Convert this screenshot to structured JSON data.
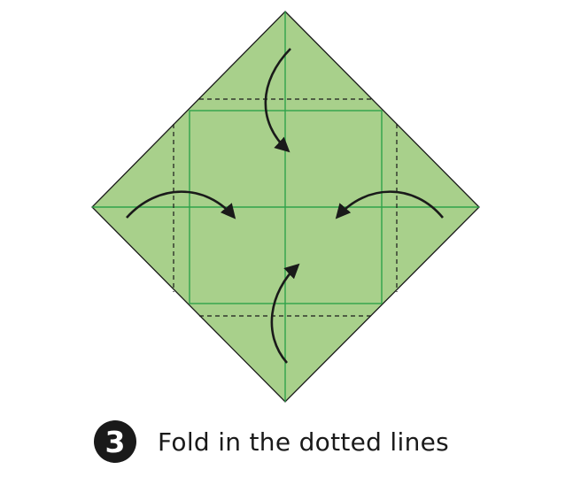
{
  "step": {
    "number": "3",
    "instruction": "Fold in the dotted lines"
  },
  "colors": {
    "paper": "#a8d08b",
    "crease": "#2fa34a",
    "outline": "#1a1a1a",
    "fold_line": "#1a1a1a",
    "arrow": "#1a1a1a"
  },
  "icons": [
    "fold-arrow-icon",
    "step-number-badge"
  ]
}
